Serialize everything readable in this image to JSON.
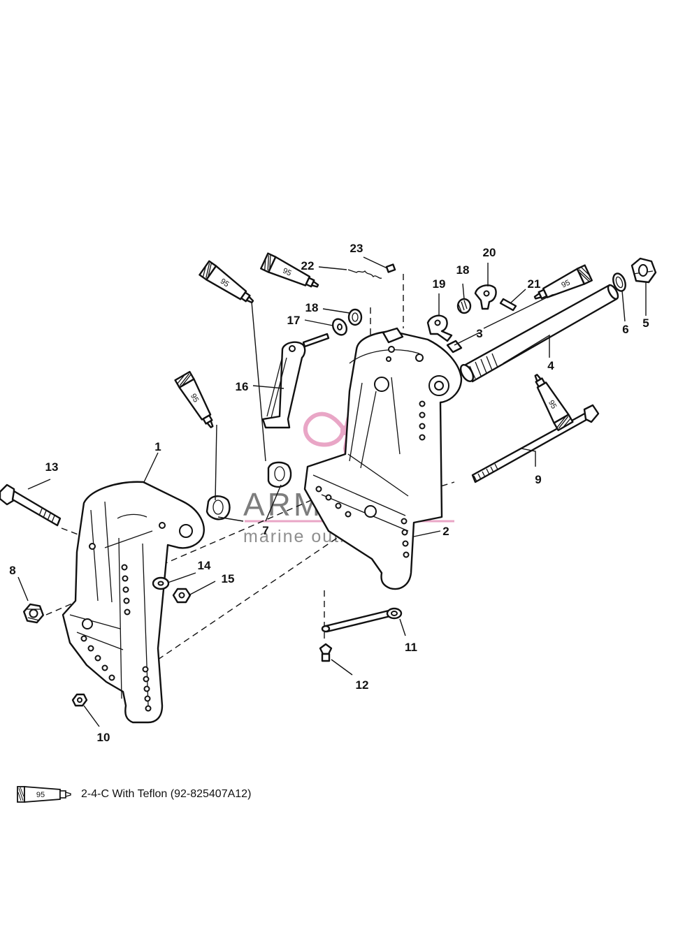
{
  "labels": {
    "p1": "1",
    "p2": "2",
    "p3": "3",
    "p4": "4",
    "p5": "5",
    "p6": "6",
    "p7": "7",
    "p8": "8",
    "p9": "9",
    "p10": "10",
    "p11": "11",
    "p12": "12",
    "p13": "13",
    "p14": "14",
    "p15": "15",
    "p16": "16",
    "p17": "17",
    "p18a": "18",
    "p18b": "18",
    "p19": "19",
    "p20": "20",
    "p21": "21",
    "p22": "22",
    "p23": "23"
  },
  "tube_code": "95",
  "watermark": {
    "brand": "ARMADA",
    "tagline": "marine outboards",
    "accent": "#e8a2c4"
  },
  "legend": {
    "tube_code": "95",
    "text": "2-4-C  With Teflon (92-825407A12)"
  }
}
